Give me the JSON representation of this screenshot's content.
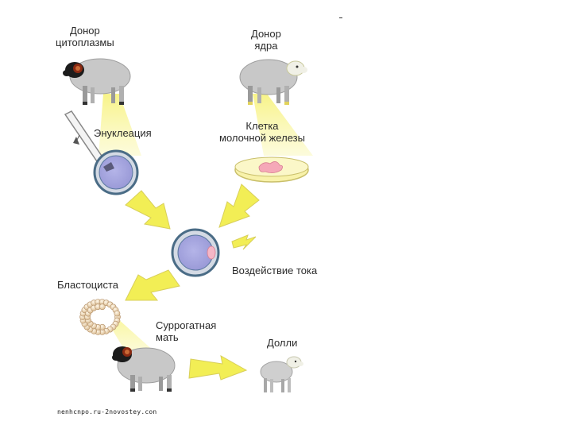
{
  "labels": {
    "cytoplasm_donor": "Донор цитоплазмы",
    "cytoplasm_donor_line1": "Донор",
    "cytoplasm_donor_line2": "цитоплазмы",
    "nucleus_donor_line1": "Донор",
    "nucleus_donor_line2": "ядра",
    "enucleation": "Энуклеация",
    "mammary_cell_line1": "Клетка",
    "mammary_cell_line2": "молочной железы",
    "electric_shock": "Воздействие тока",
    "blastocyst": "Бластоциста",
    "surrogate_line1": "Суррогатная",
    "surrogate_line2": "мать",
    "dolly": "Долли"
  },
  "watermark": "nenhcnpo.ru-2novostey.con",
  "colors": {
    "arrow_fill": "#f2ee55",
    "arrow_stroke": "#d8cf5a",
    "cell_outer": "#4a6c86",
    "cell_inner": "#a6a6de",
    "cell_ring": "#d0d6e0",
    "sheep_body": "#c9c9c9",
    "black_head": "#1c1c1c",
    "horn": "#8b2a12",
    "nucleus_head": "#f0f0e6",
    "petri": "#f8f2aa",
    "tissue": "#f5a8b8"
  },
  "icons": [
    "sheep-icon",
    "pipette-icon",
    "egg-cell-icon",
    "petri-dish-icon",
    "lightning-icon",
    "blastocyst-icon",
    "lamb-icon"
  ]
}
